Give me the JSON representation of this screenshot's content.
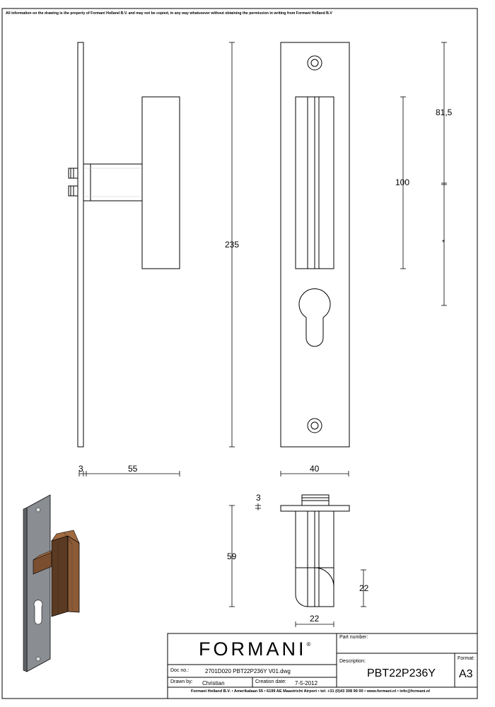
{
  "disclaimer": "All information on the drawing is the property of Formani Holland B.V. and may not be copied, in any way whatsoever without obtaining the permission in writing from Formani Holland B.V",
  "dimensions": {
    "side_plate_thickness": "3",
    "side_depth": "55",
    "overall_height": "235",
    "plate_width": "40",
    "grip_length": "100",
    "top_offset": "81,5",
    "top_view_thickness": "3",
    "top_view_depth": "59",
    "top_view_width": "22",
    "top_view_height": "22",
    "center_mark": "*"
  },
  "title_block": {
    "logo": "FORMANI",
    "logo_mark": "®",
    "part_number_label": "Part number:",
    "description_label": "Description:",
    "description_value": "PBT22P236Y",
    "format_label": "Format:",
    "format_value": "A3",
    "doc_no_label": "Doc no.:",
    "doc_no_value": "2701D020 PBT22P236Y V01.dwg",
    "drawn_by_label": "Drawn by:",
    "drawn_by_value": "Christian",
    "creation_date_label": "Creation date:",
    "creation_date_value": "7-5-2012",
    "footer": "Formani Holland B.V. • Amerikalaan 55 • 6199 AE Maastricht Airport • tel: +31 (0)43 308 90 00 • www.formani.nl • info@formani.nl"
  },
  "colors": {
    "line": "#000000",
    "plate_gray": "#8a8d92",
    "wood_dark": "#5a3a22",
    "wood_light": "#8b5a36"
  }
}
